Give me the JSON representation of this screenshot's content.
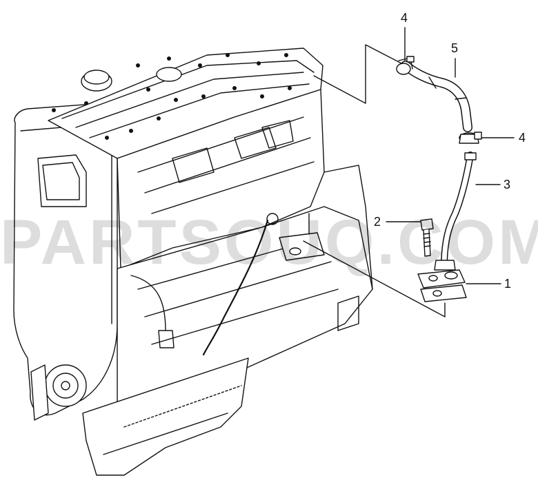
{
  "diagram": {
    "callouts": [
      {
        "id": "callout-1",
        "label": "1"
      },
      {
        "id": "callout-2",
        "label": "2"
      },
      {
        "id": "callout-3",
        "label": "3"
      },
      {
        "id": "callout-4a",
        "label": "4"
      },
      {
        "id": "callout-4b",
        "label": "4"
      },
      {
        "id": "callout-5",
        "label": "5"
      }
    ],
    "watermark": "PARTSOUQ.COM"
  }
}
